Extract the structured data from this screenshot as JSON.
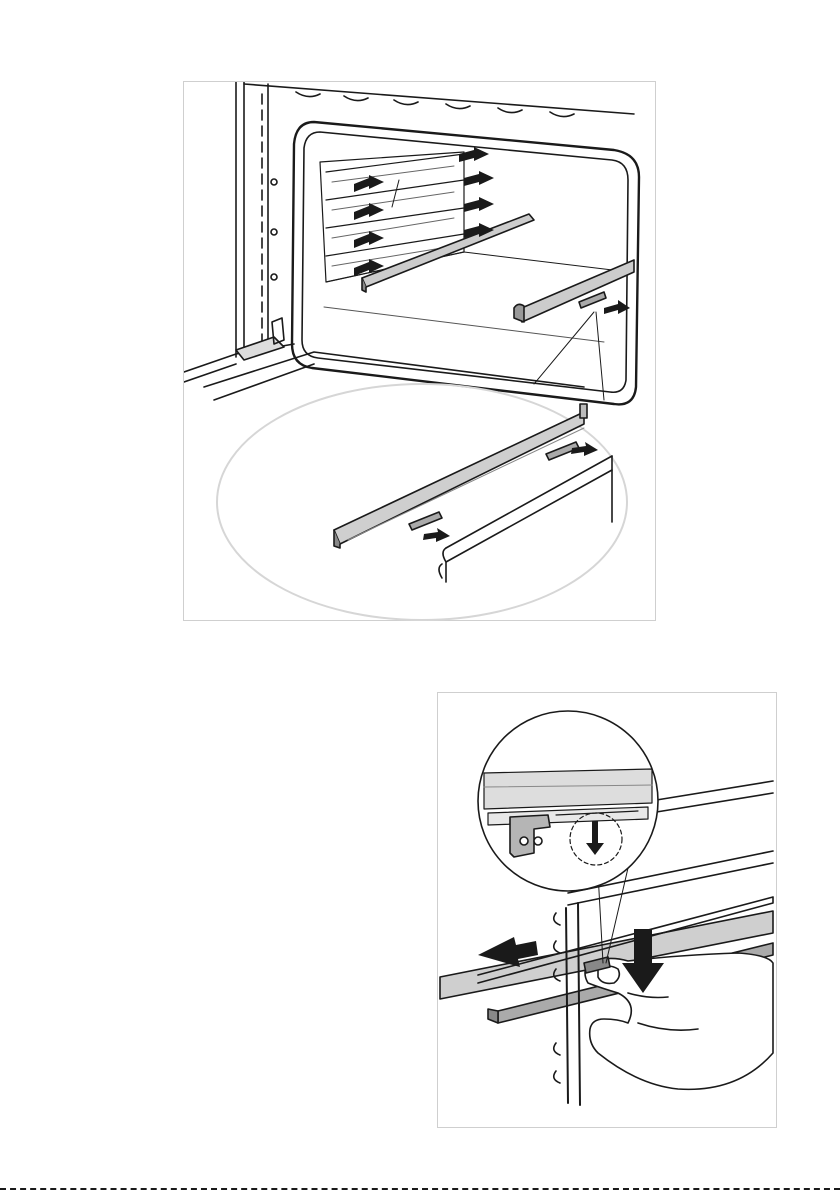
{
  "figures": [
    {
      "id": "rack-removal-overview",
      "icon": "oven-interior-rails-illustration"
    },
    {
      "id": "rail-release-detail",
      "icon": "hand-pressing-rail-latch-illustration"
    }
  ]
}
